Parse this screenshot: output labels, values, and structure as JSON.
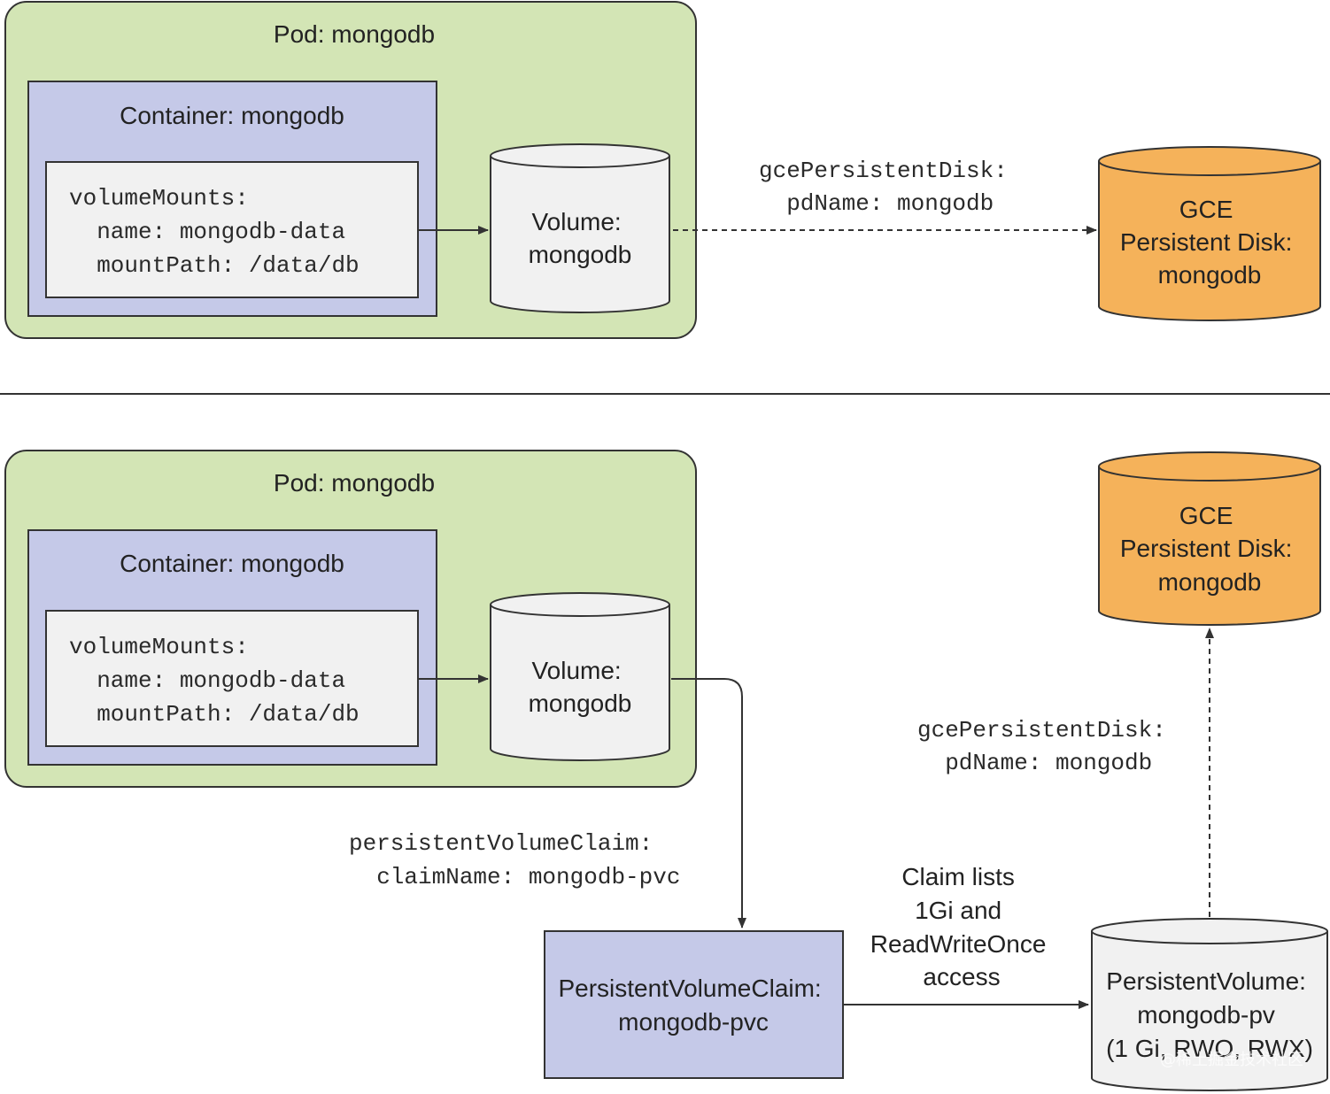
{
  "top": {
    "pod_title": "Pod: mongodb",
    "container_title": "Container: mongodb",
    "volume_mounts": [
      "volumeMounts:",
      "  name: mongodb-data",
      "  mountPath: /data/db"
    ],
    "volume_label": [
      "Volume:",
      "mongodb"
    ],
    "gce_ref": [
      "gcePersistentDisk:",
      "  pdName: mongodb"
    ],
    "gce_disk_label": [
      "GCE",
      "Persistent Disk:",
      "mongodb"
    ]
  },
  "bottom": {
    "pod_title": "Pod: mongodb",
    "container_title": "Container: mongodb",
    "volume_mounts": [
      "volumeMounts:",
      "  name: mongodb-data",
      "  mountPath: /data/db"
    ],
    "volume_label": [
      "Volume:",
      "mongodb"
    ],
    "pvc_ref": [
      "persistentVolumeClaim:",
      "  claimName: mongodb-pvc"
    ],
    "pvc_label": [
      "PersistentVolumeClaim:",
      "mongodb-pvc"
    ],
    "claim_note": [
      "Claim lists",
      "1Gi and",
      "ReadWriteOnce",
      "access"
    ],
    "pv_label": [
      "PersistentVolume:",
      "mongodb-pv",
      "(1 Gi, RWO, RWX)"
    ],
    "gce_ref": [
      "gcePersistentDisk:",
      "  pdName: mongodb"
    ],
    "gce_disk_label": [
      "GCE",
      "Persistent Disk:",
      "mongodb"
    ]
  },
  "watermark": "@稀土掘金技术社区",
  "colors": {
    "pod_fill": "#d3e5b5",
    "container_fill": "#c5c9e8",
    "code_fill": "#f1f1f1",
    "volume_fill": "#f1f1f1",
    "gce_fill": "#f5b25a",
    "pvc_fill": "#c5c9e8"
  }
}
